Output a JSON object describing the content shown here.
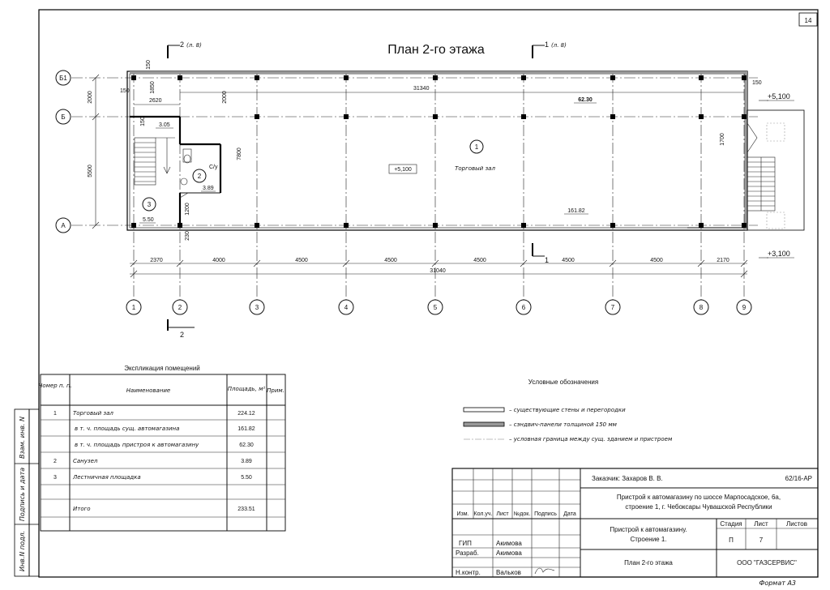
{
  "sheet_number": "14",
  "title": "План 2-го этажа",
  "section_marks": {
    "s2_top": "2",
    "s2_top_ref": "(л. 8)",
    "s1_top": "1",
    "s1_top_ref": "(л. 8)",
    "s1_bottom": "1",
    "s2_bottom": "2"
  },
  "axes_rows": [
    "Б1",
    "Б",
    "А"
  ],
  "axes_cols": [
    "1",
    "2",
    "3",
    "4",
    "5",
    "6",
    "7",
    "8",
    "9"
  ],
  "dims_bottom": [
    "2370",
    "4000",
    "4500",
    "4500",
    "4500",
    "4500",
    "4500",
    "2170"
  ],
  "dim_total_bottom": "31040",
  "dims_left": [
    "2000",
    "5500"
  ],
  "dims_plan": {
    "d150a": "150",
    "d150b": "150",
    "d1850": "1850",
    "d2000": "2000",
    "d2620": "2620",
    "d31340": "31340",
    "d150c": "150",
    "d7800": "7800",
    "d150d": "150",
    "d1700": "1700",
    "d1200": "1200",
    "d230": "230"
  },
  "rooms": {
    "r1_num": "1",
    "r1_name": "Торговый зал",
    "r1_area": "161.82",
    "r1_area_add": "62.30",
    "r2_num": "2",
    "r2_name": "С/у",
    "r2_area": "3.89",
    "r3_num": "3",
    "r3_area": "5.50",
    "stair_area": "3.05"
  },
  "levels": {
    "floor": "+5,100",
    "right_top": "+5,100",
    "right_bottom": "+3,100"
  },
  "explication": {
    "title": "Экспликация помещений",
    "headers": [
      "Номер п. п.",
      "Наименование",
      "Площадь, м²",
      "Прим."
    ],
    "rows": [
      [
        "1",
        "Торговый зал",
        "224.12",
        ""
      ],
      [
        "",
        "в т. ч. площадь сущ. автомагазина",
        "161.82",
        ""
      ],
      [
        "",
        "в т. ч. площадь пристроя к автомагазину",
        "62.30",
        ""
      ],
      [
        "2",
        "Санузел",
        "3.89",
        ""
      ],
      [
        "3",
        "Лестничная площадка",
        "5.50",
        ""
      ],
      [
        "",
        "",
        "",
        ""
      ],
      [
        "",
        "Итого",
        "233.51",
        ""
      ],
      [
        "",
        "",
        "",
        ""
      ]
    ]
  },
  "legend": {
    "title": "Условные обозначения",
    "items": [
      "– существующие стены и перегородки",
      "– сэндвич-панели толщиной 150 мм",
      "– условная граница между сущ. зданием и пристроем"
    ]
  },
  "stamp": {
    "customer": "Заказчик: Захаров В. В.",
    "code": "62/16-АР",
    "project_line1": "Пристрой к автомагазину по шоссе Марпосадское, 6а,",
    "project_line2": "строение 1, г. Чебоксары Чувашской Республики",
    "object_line1": "Пристрой к автомагазину.",
    "object_line2": "Строение 1.",
    "stage_h": "Стадия",
    "sheet_h": "Лист",
    "sheets_h": "Листов",
    "stage": "П",
    "sheet": "7",
    "sheets": "",
    "drawing": "План 2-го этажа",
    "company": "ООО \"ГАЗСЕРВИС\"",
    "cols": [
      "Изм.",
      "Кол.уч.",
      "Лист",
      "№док.",
      "Подпись",
      "Дата"
    ],
    "people": [
      [
        "ГИП",
        "Акимова"
      ],
      [
        "Разраб.",
        "Акимова"
      ],
      [
        "Н.контр.",
        "Вальков"
      ]
    ]
  },
  "side_stamp": [
    "Взам. инв. N",
    "Подпись и дата",
    "Инв.N подл."
  ],
  "format": "Формат А3"
}
